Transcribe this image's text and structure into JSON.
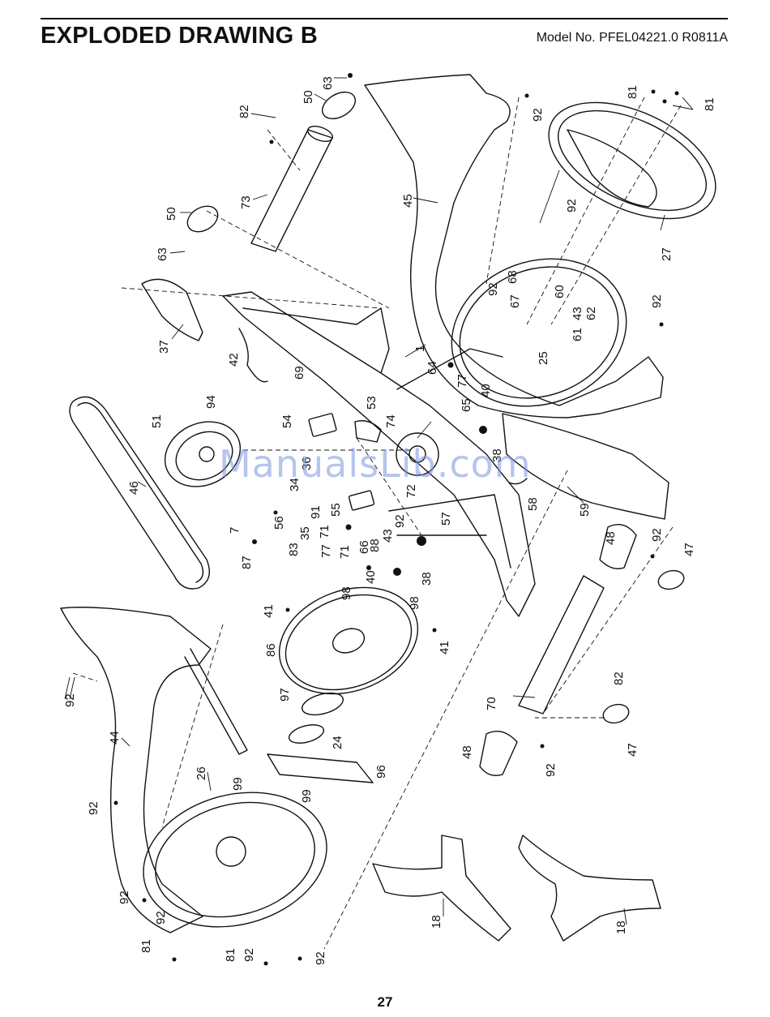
{
  "header": {
    "title": "EXPLODED DRAWING B",
    "model": "Model No. PFEL04221.0 R0811A"
  },
  "page_number": "27",
  "watermark": "ManualsLib.com",
  "part_labels": [
    "63",
    "50",
    "82",
    "73",
    "50",
    "63",
    "37",
    "42",
    "51",
    "94",
    "46",
    "54",
    "69",
    "53",
    "74",
    "45",
    "92",
    "81",
    "81",
    "92",
    "27",
    "92",
    "68",
    "60",
    "67",
    "43",
    "62",
    "61",
    "25",
    "92",
    "1",
    "64",
    "77",
    "65",
    "40",
    "38",
    "59",
    "58",
    "72",
    "57",
    "48",
    "92",
    "47",
    "56",
    "7",
    "87",
    "35",
    "83",
    "36",
    "34",
    "91",
    "55",
    "71",
    "77",
    "71",
    "66",
    "88",
    "43",
    "92",
    "38",
    "40",
    "98",
    "98",
    "41",
    "41",
    "86",
    "82",
    "70",
    "97",
    "24",
    "96",
    "47",
    "48",
    "92",
    "99",
    "99",
    "44",
    "92",
    "26",
    "92",
    "92",
    "92",
    "92",
    "81",
    "81",
    "92",
    "18",
    "18"
  ]
}
